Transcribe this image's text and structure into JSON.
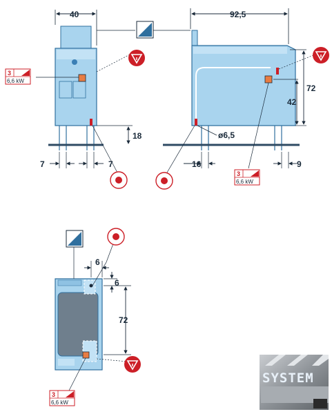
{
  "top_left_view": {
    "width_dim": "40",
    "clearance_dim": "18",
    "leg_left_dim": "7",
    "leg_right_dim": "7"
  },
  "top_right_view": {
    "depth_dim": "92,5",
    "height_dim": "72",
    "height2_dim": "42",
    "drain_diam": "ø6,5",
    "leg_front_dim": "16",
    "leg_back_dim": "9"
  },
  "plan_view": {
    "offset_x": "6",
    "offset_y": "6",
    "length_dim": "72"
  },
  "electrical": {
    "phase": "3",
    "power": "6,6 kW"
  },
  "colors": {
    "body": "#a9d4ee",
    "outline": "#2f6f9e",
    "dark": "#1a2a3a",
    "accent": "#cc1f27",
    "floor": "#2e4a63"
  },
  "icons": [
    "water-supply-icon",
    "gas-connection-icon",
    "drain-connection-icon",
    "electrical-power-icon"
  ],
  "logo": {
    "text": "SYSTEM"
  }
}
